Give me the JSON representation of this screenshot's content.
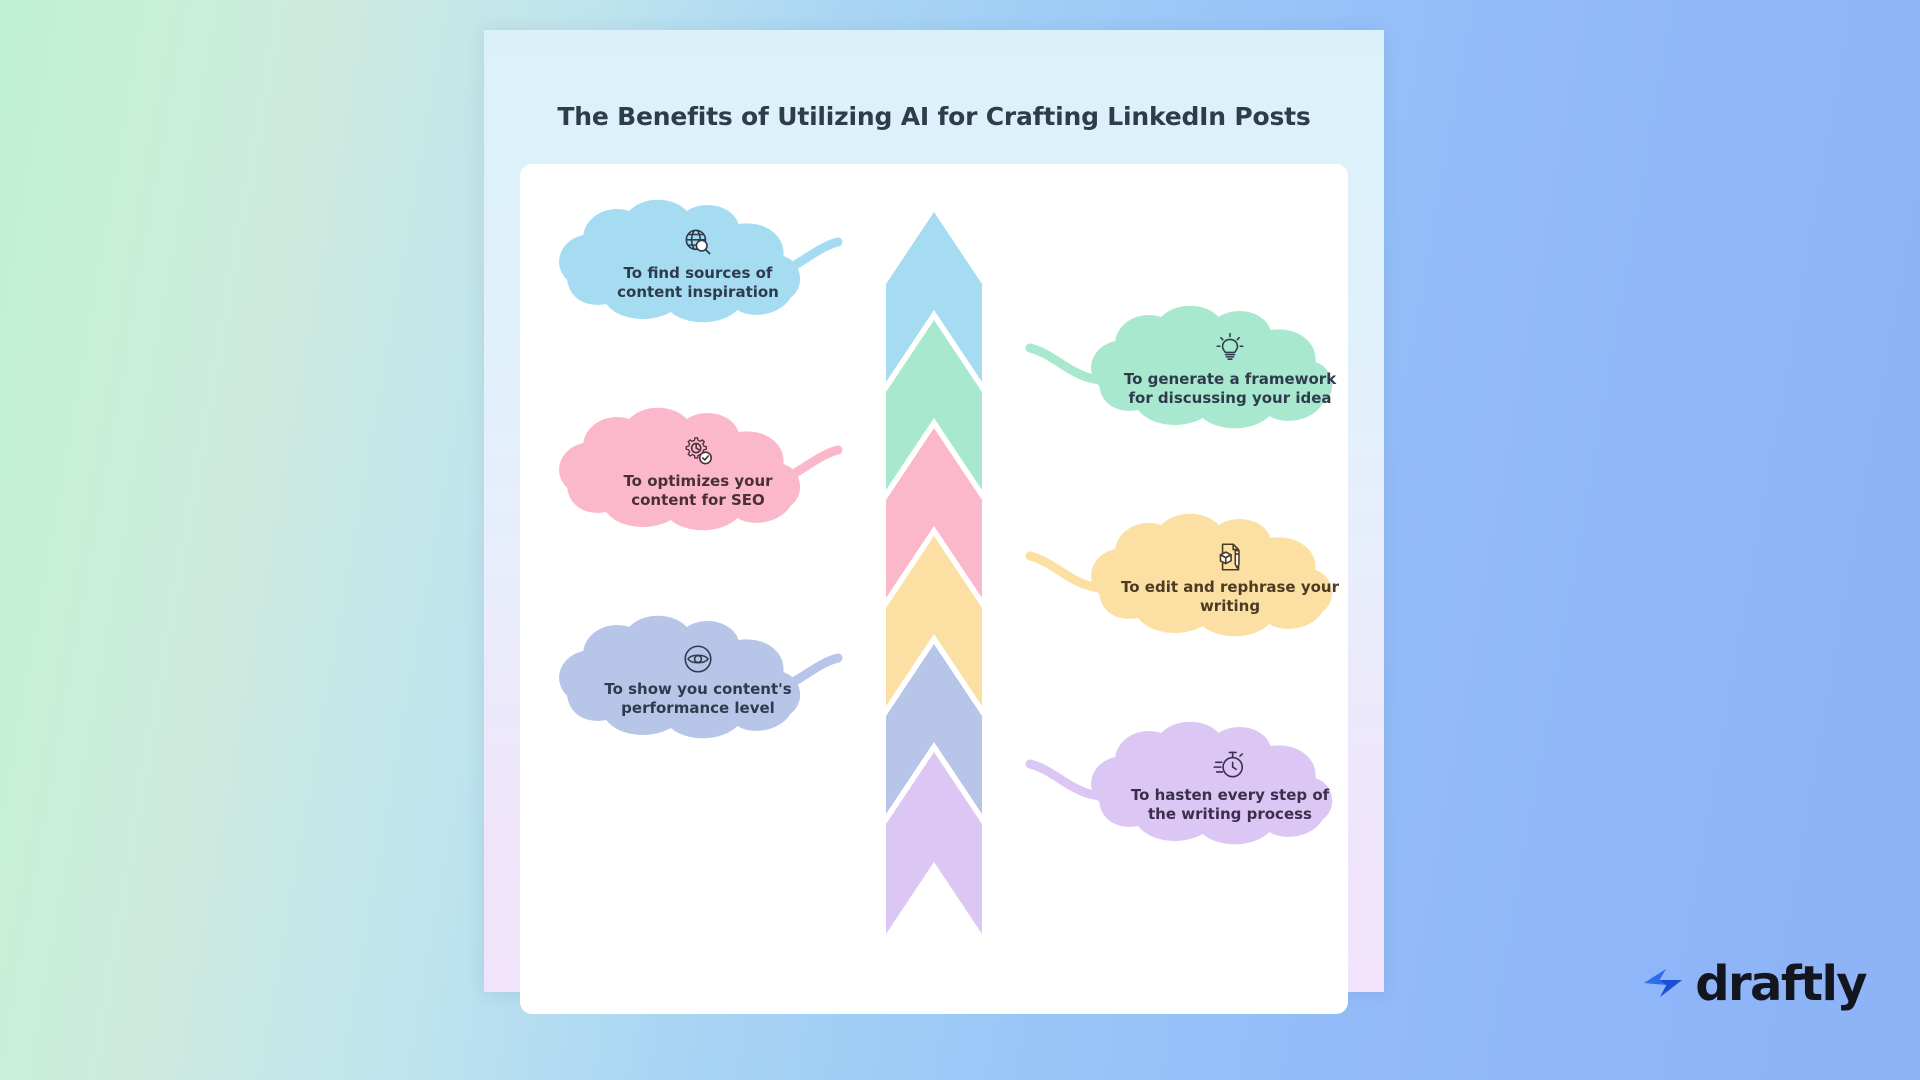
{
  "background": {
    "gradient_from": "#bff0d4",
    "gradient_to": "#8eb3f7"
  },
  "card": {
    "title": "The Benefits of Utilizing AI for Crafting LinkedIn Posts",
    "background_top": "#dbf1fa",
    "background_bottom": "#f1e3fb"
  },
  "diagram": {
    "type": "chevron-arrow-stack-with-clouds",
    "arrow_column": {
      "segments": [
        {
          "index": 1,
          "color": "#a5dcf2",
          "label_ref": "nodes.0"
        },
        {
          "index": 2,
          "color": "#a8e8ce",
          "label_ref": "nodes.1"
        },
        {
          "index": 3,
          "color": "#fbb8cb",
          "label_ref": "nodes.2"
        },
        {
          "index": 4,
          "color": "#fcdfa3",
          "label_ref": "nodes.3"
        },
        {
          "index": 5,
          "color": "#b7c6e8",
          "label_ref": "nodes.4"
        },
        {
          "index": 6,
          "color": "#dcc7f4",
          "label_ref": "nodes.5"
        }
      ]
    },
    "nodes": [
      {
        "id": "find-sources",
        "text": "To find sources of\ncontent inspiration",
        "color": "#a5dcf2",
        "text_color": "#2f3b4d",
        "icon": "globe-search-icon",
        "side": "left"
      },
      {
        "id": "generate-framework",
        "text": "To generate a framework\nfor discussing your idea",
        "color": "#a8e8ce",
        "text_color": "#2f3b4d",
        "icon": "lightbulb-idea-icon",
        "side": "right"
      },
      {
        "id": "optimize-seo",
        "text": "To optimizes your\ncontent for SEO",
        "color": "#fbb8cb",
        "text_color": "#4a2f3a",
        "icon": "gear-check-icon",
        "side": "left"
      },
      {
        "id": "edit-rephrase",
        "text": "To edit and rephrase your\nwriting",
        "color": "#fcdfa3",
        "text_color": "#4a3b22",
        "icon": "document-pencil-icon",
        "side": "right"
      },
      {
        "id": "show-performance",
        "text": "To show you content's\nperformance level",
        "color": "#b7c6e8",
        "text_color": "#2f3b4d",
        "icon": "eye-target-icon",
        "side": "left"
      },
      {
        "id": "hasten-process",
        "text": "To hasten every step of\nthe writing process",
        "color": "#dcc7f4",
        "text_color": "#3b2f4d",
        "icon": "stopwatch-speed-icon",
        "side": "right"
      }
    ]
  },
  "branding": {
    "wordmark": "draftly",
    "icon": "lightning-bolt-icon",
    "bolt_color_light": "#4f8ef7",
    "bolt_color_dark": "#1c4fd8",
    "wordmark_color": "#14161f"
  }
}
